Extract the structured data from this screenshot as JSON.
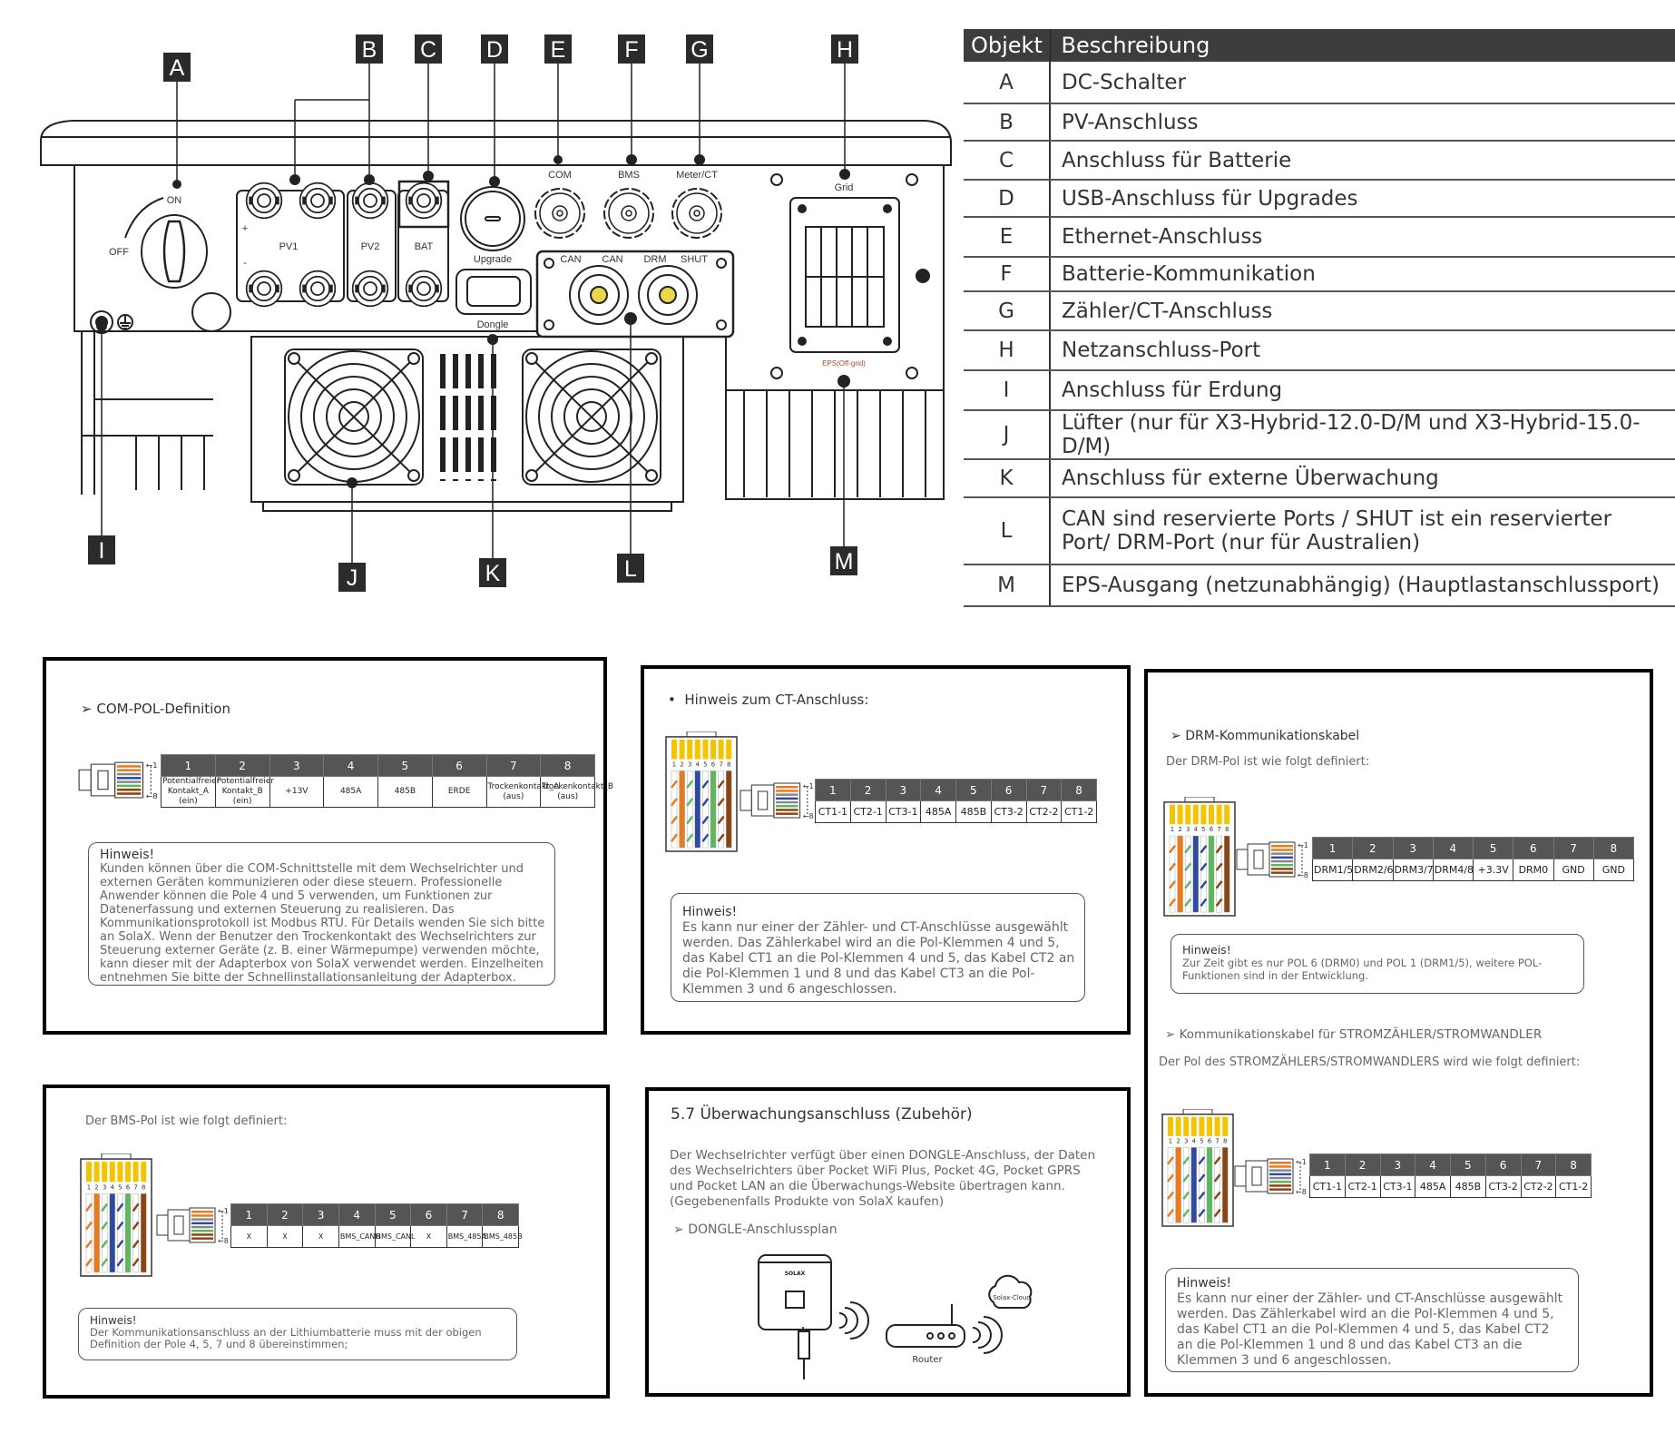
{
  "diagram": {
    "callouts": {
      "A": "A",
      "B": "B",
      "C": "C",
      "D": "D",
      "E": "E",
      "F": "F",
      "G": "G",
      "H": "H",
      "I": "I",
      "J": "J",
      "K": "K",
      "L": "L",
      "M": "M"
    },
    "labels": {
      "on": "ON",
      "off": "OFF",
      "pv1": "PV1",
      "pv2": "PV2",
      "bat": "BAT",
      "plus": "+",
      "minus": "-",
      "upgrade": "Upgrade",
      "dongle": "Dongle",
      "com": "COM",
      "bms": "BMS",
      "meter": "Meter/CT",
      "can1": "CAN",
      "can2": "CAN",
      "drm": "DRM",
      "shut": "SHUT",
      "grid": "Grid",
      "eps": "EPS(Off-grid)"
    }
  },
  "legend": {
    "header": [
      "Objekt",
      "Beschreibung"
    ],
    "rows": [
      {
        "obj": "A",
        "desc": "DC-Schalter"
      },
      {
        "obj": "B",
        "desc": "PV-Anschluss"
      },
      {
        "obj": "C",
        "desc": "Anschluss für Batterie"
      },
      {
        "obj": "D",
        "desc": "USB-Anschluss für Upgrades"
      },
      {
        "obj": "E",
        "desc": "Ethernet-Anschluss"
      },
      {
        "obj": "F",
        "desc": "Batterie-Kommunikation"
      },
      {
        "obj": "G",
        "desc": "Zähler/CT-Anschluss"
      },
      {
        "obj": "H",
        "desc": "Netzanschluss-Port"
      },
      {
        "obj": "I",
        "desc": "Anschluss für Erdung"
      },
      {
        "obj": "J",
        "desc": "Lüfter (nur für X3-Hybrid-12.0-D/M und X3-Hybrid-15.0-D/M)"
      },
      {
        "obj": "K",
        "desc": "Anschluss für externe Überwachung"
      },
      {
        "obj": "L",
        "desc": "CAN sind reservierte Ports / SHUT ist ein reservierter Port/ DRM-Port (nur für Australien)"
      },
      {
        "obj": "M",
        "desc": "EPS-Ausgang (netzunabhängig) (Hauptlastanschlussport)"
      }
    ]
  },
  "rj45": {
    "pins": [
      "1",
      "2",
      "3",
      "4",
      "5",
      "6",
      "7",
      "8"
    ],
    "plug_first": "←1",
    "plug_last": "←8"
  },
  "com": {
    "title": "COM-POL-Definition",
    "table": {
      "headers": [
        "1",
        "2",
        "3",
        "4",
        "5",
        "6",
        "7",
        "8"
      ],
      "values": [
        "Potentialfreier Kontakt_A (ein)",
        "Potentialfreier Kontakt_B (ein)",
        "+13V",
        "485A",
        "485B",
        "ERDE",
        "Trockenkontakt_A (aus)",
        "Trockenkontakt_B (aus)"
      ]
    },
    "hint_title": "Hinweis!",
    "hint_text": "Kunden können über die COM-Schnittstelle mit dem Wechselrichter und externen Geräten kommunizieren oder diese steuern. Professionelle Anwender können die Pole 4 und 5 verwenden, um Funktionen zur Datenerfassung und externen Steuerung zu realisieren. Das Kommunikationsprotokoll ist Modbus RTU. Für Details wenden Sie sich bitte an SolaX. Wenn der Benutzer den Trockenkontakt des Wechselrichters zur Steuerung externer Geräte (z. B. einer Wärmepumpe) verwenden möchte, kann dieser mit der Adapterbox von SolaX verwendet werden. Einzelheiten entnehmen Sie bitte der Schnellinstallationsanleitung der Adapterbox."
  },
  "ct": {
    "title": "Hinweis zum CT-Anschluss:",
    "table": {
      "headers": [
        "1",
        "2",
        "3",
        "4",
        "5",
        "6",
        "7",
        "8"
      ],
      "values": [
        "CT1-1",
        "CT2-1",
        "CT3-1",
        "485A",
        "485B",
        "CT3-2",
        "CT2-2",
        "CT1-2"
      ]
    },
    "hint_title": "Hinweis!",
    "hint_text": "Es kann nur einer der Zähler- und CT-Anschlüsse ausgewählt werden. Das Zählerkabel wird an die Pol-Klemmen 4 und 5, das Kabel CT1 an die Pol-Klemmen 4 und 5, das Kabel CT2 an die Pol-Klemmen 1 und 8 und das Kabel CT3 an die Pol-Klemmen 3 und 6 angeschlossen."
  },
  "drm": {
    "title": "DRM-Kommunikationskabel",
    "subtitle": "Der DRM-Pol ist wie folgt definiert:",
    "table": {
      "headers": [
        "1",
        "2",
        "3",
        "4",
        "5",
        "6",
        "7",
        "8"
      ],
      "values": [
        "DRM1/5",
        "DRM2/6",
        "DRM3/7",
        "DRM4/8",
        "+3.3V",
        "DRM0",
        "GND",
        "GND"
      ]
    },
    "hint_title": "Hinweis!",
    "hint_text": "Zur Zeit gibt es nur POL 6 (DRM0) und POL 1 (DRM1/5), weitere POL-Funktionen sind in der Entwicklung."
  },
  "meter": {
    "title": "Kommunikationskabel für STROMZÄHLER/STROMWANDLER",
    "subtitle": "Der Pol des STROMZÄHLERS/STROMWANDLERS wird wie folgt definiert:",
    "table": {
      "headers": [
        "1",
        "2",
        "3",
        "4",
        "5",
        "6",
        "7",
        "8"
      ],
      "values": [
        "CT1-1",
        "CT2-1",
        "CT3-1",
        "485A",
        "485B",
        "CT3-2",
        "CT2-2",
        "CT1-2"
      ]
    },
    "hint_title": "Hinweis!",
    "hint_text": "Es kann nur einer der Zähler- und CT-Anschlüsse ausgewählt werden. Das Zählerkabel wird an die Pol-Klemmen 4 und 5, das Kabel CT1 an die Pol-Klemmen 4 und 5, das Kabel CT2 an die Pol-Klemmen 1 und 8 und das Kabel CT3 an die Klemmen 3 und 6 angeschlossen."
  },
  "bms": {
    "subtitle": "Der BMS-Pol ist wie folgt definiert:",
    "table": {
      "headers": [
        "1",
        "2",
        "3",
        "4",
        "5",
        "6",
        "7",
        "8"
      ],
      "values": [
        "X",
        "X",
        "X",
        "BMS_CANH",
        "BMS_CANL",
        "X",
        "BMS_485A",
        "BMS_485B"
      ]
    },
    "hint_title": "Hinweis!",
    "hint_text": "Der Kommunikationsanschluss an der Lithiumbatterie muss mit der obigen Definition der Pole 4, 5, 7 und 8 übereinstimmen;"
  },
  "dongle": {
    "title": "5.7 Überwachungsanschluss (Zubehör)",
    "text": "Der Wechselrichter verfügt über einen DONGLE-Anschluss, der Daten des Wechselrichters über Pocket WiFi Plus, Pocket 4G, Pocket GPRS und Pocket LAN an die Überwachungs-Website übertragen kann. (Gegebenenfalls Produkte von SolaX kaufen)",
    "plan_title": "DONGLE-Anschlussplan",
    "brand": "SOLAX",
    "router": "Router",
    "cloud": "Solax-Cloud"
  }
}
